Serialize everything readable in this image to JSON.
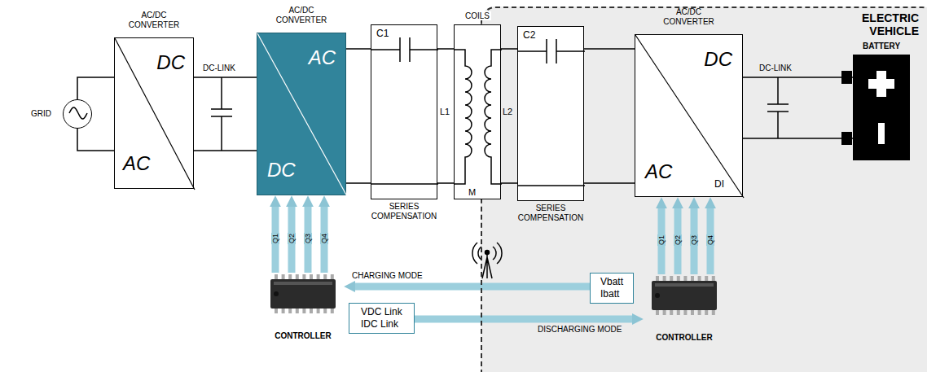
{
  "diagram": {
    "nodes": [
      {
        "text": [
          "ELECTRIC VEHICLE"
        ]
      },
      {
        "text": [
          "GRID"
        ]
      },
      {
        "text": [
          "AC/DC CONVERTER",
          "DC",
          "AC"
        ]
      },
      {
        "text": [
          "AC/DC CONVERTER",
          "AC",
          "DC"
        ]
      },
      {
        "text": [
          "C1",
          "SERIES COMPENSATION"
        ]
      },
      {
        "text": [
          "COILS",
          "L1",
          "L2",
          "M"
        ]
      },
      {
        "text": [
          "C2",
          "SERIES COMPENSATION"
        ],
        "in": 0
      },
      {
        "text": [
          "AC/DC CONVERTER",
          "DC",
          "AC",
          "DI"
        ],
        "in": 0
      },
      {
        "text": [
          "BATTERY"
        ],
        "in": 0
      },
      {
        "text": [
          "CONTROLLER"
        ]
      },
      {
        "text": [
          "VDC Link",
          "IDC Link"
        ]
      },
      {
        "text": [
          "Vbatt",
          "Ibatt"
        ],
        "in": 0
      },
      {
        "text": [
          "CONTROLLER"
        ],
        "in": 0
      }
    ],
    "edges": [
      {
        "from": 1,
        "to": 2,
        "arrow": "none"
      },
      {
        "from": 2,
        "to": 3,
        "arrow": "none"
      },
      {
        "from": 3,
        "to": 4,
        "arrow": "none"
      },
      {
        "from": 4,
        "to": 5,
        "arrow": "none"
      },
      {
        "from": 5,
        "to": 6,
        "arrow": "none"
      },
      {
        "from": 6,
        "to": 7,
        "arrow": "none"
      },
      {
        "from": 7,
        "to": 8,
        "arrow": "none"
      },
      {
        "from": 9,
        "to": 3,
        "arrow": "to",
        "label": "Q1"
      },
      {
        "from": 9,
        "to": 3,
        "arrow": "to",
        "label": "Q2"
      },
      {
        "from": 9,
        "to": 3,
        "arrow": "to",
        "label": "Q3"
      },
      {
        "from": 9,
        "to": 3,
        "arrow": "to",
        "label": "Q4"
      },
      {
        "from": 12,
        "to": 7,
        "arrow": "to",
        "label": "Q1"
      },
      {
        "from": 12,
        "to": 7,
        "arrow": "to",
        "label": "Q2"
      },
      {
        "from": 12,
        "to": 7,
        "arrow": "to",
        "label": "Q3"
      },
      {
        "from": 12,
        "to": 7,
        "arrow": "to",
        "label": "Q4"
      },
      {
        "from": 11,
        "to": 9,
        "arrow": "to",
        "label": "CHARGING MODE"
      },
      {
        "from": 10,
        "to": 12,
        "arrow": "to",
        "label": "DISCHARGING MODE"
      }
    ],
    "labels": [
      "DC-LINK",
      "DC-LINK"
    ]
  }
}
